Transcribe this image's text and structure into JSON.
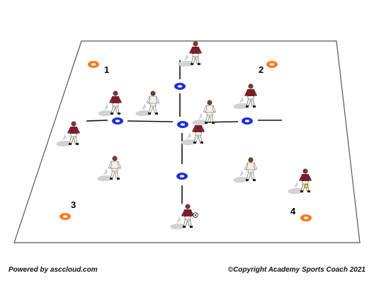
{
  "zones": [
    {
      "label": "1"
    },
    {
      "label": "2"
    },
    {
      "label": "3"
    },
    {
      "label": "4"
    }
  ],
  "footer": {
    "left": "Powered by asccloud.com",
    "right": "©Copyright Academy Sports Coach 2021"
  },
  "colors": {
    "pitch": "#ffffff",
    "pitch_line": "#555555",
    "divider_line": "#111111",
    "shadow": "#d2d2d2",
    "cone_orange": "#ff7a1a",
    "disc_blue": "#1f2fd6",
    "team_maroon": "#7a1f2a",
    "team_white": "#f4f1e8",
    "skin": "#6b4030"
  },
  "icons": {
    "orange_cone": "orange-marker-cone-icon",
    "blue_disc": "blue-disc-cone-icon",
    "maroon_player": "maroon-player-icon",
    "white_player": "white-player-icon",
    "ball": "football-icon"
  }
}
